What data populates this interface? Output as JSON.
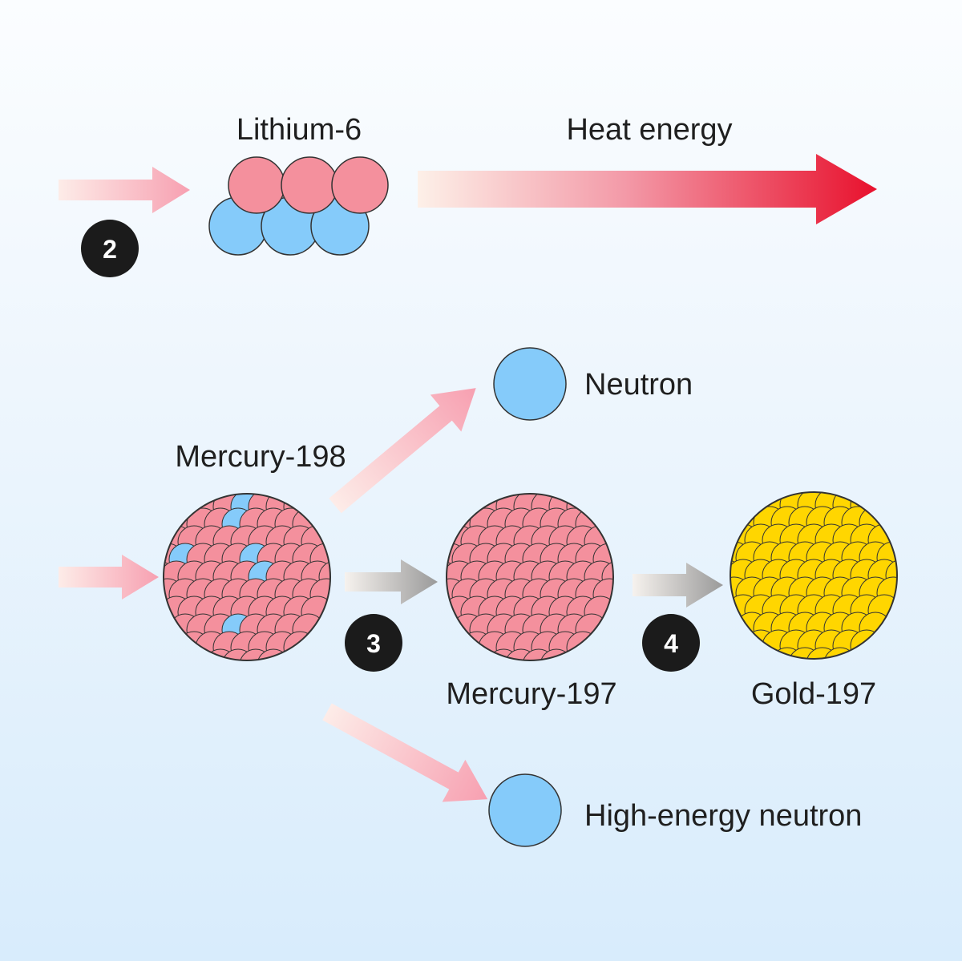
{
  "labels": {
    "lithium": "Lithium-6",
    "heat": "Heat energy",
    "neutron": "Neutron",
    "mercury198": "Mercury-198",
    "mercury197": "Mercury-197",
    "gold197": "Gold-197",
    "high_energy_neutron": "High-energy neutron"
  },
  "steps": {
    "two": "2",
    "three": "3",
    "four": "4"
  },
  "colors": {
    "proton": "#f4909d",
    "neutron": "#85cbfa",
    "gold": "#ffd600",
    "outline": "#333333",
    "badge": "#1b1b1b",
    "arrow_pink": "#f8a5b4",
    "arrow_red": "#e8112d",
    "arrow_gray": "#9c9c9c"
  }
}
